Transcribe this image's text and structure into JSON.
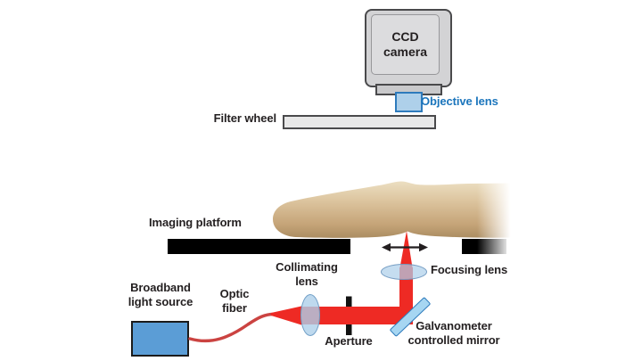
{
  "diagram": {
    "description": "Optical imaging system schematic",
    "detection_arm": {
      "ccd_camera": "CCD\ncamera",
      "objective_lens": "Objective lens",
      "filter_wheel": "Filter wheel"
    },
    "sample_stage": {
      "imaging_platform": "Imaging platform"
    },
    "illumination_arm": {
      "broadband_light_source": "Broadband\nlight source",
      "optic_fiber": "Optic\nfiber",
      "collimating_lens": "Collimating\nlens",
      "aperture": "Aperture",
      "focusing_lens": "Focusing lens",
      "galvanometer_mirror": "Galvanometer\ncontrolled mirror"
    }
  },
  "colors": {
    "beam_red": "#ee2a24",
    "fiber_red": "#cb4341",
    "label_blue": "#1b75bc",
    "label_black": "#231f20",
    "source_blue": "#5b9dd6",
    "lens_fill_blue": "#aed0ea",
    "lens_border_blue": "#2e7bbc",
    "camera_gray": "#d3d3d5",
    "platform_black": "#000000"
  }
}
